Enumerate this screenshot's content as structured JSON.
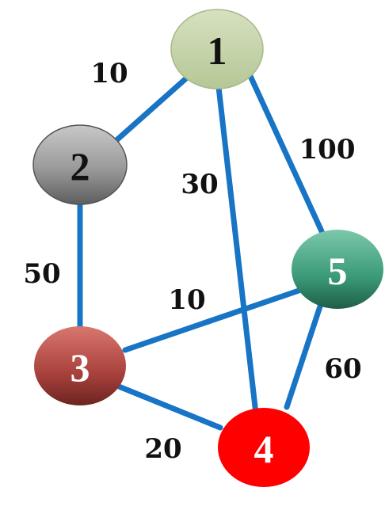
{
  "nodes": [
    {
      "id": "1",
      "label": "1",
      "label_color": "#111111"
    },
    {
      "id": "2",
      "label": "2",
      "label_color": "#111111"
    },
    {
      "id": "3",
      "label": "3",
      "label_color": "#ffffff"
    },
    {
      "id": "4",
      "label": "4",
      "label_color": "#ffffff"
    },
    {
      "id": "5",
      "label": "5",
      "label_color": "#ffffff"
    }
  ],
  "edges": [
    {
      "from": "1",
      "to": "2",
      "weight": "10"
    },
    {
      "from": "1",
      "to": "4",
      "weight": "30"
    },
    {
      "from": "1",
      "to": "5",
      "weight": "100"
    },
    {
      "from": "2",
      "to": "3",
      "weight": "50"
    },
    {
      "from": "3",
      "to": "5",
      "weight": "10"
    },
    {
      "from": "3",
      "to": "4",
      "weight": "20"
    },
    {
      "from": "5",
      "to": "4",
      "weight": "60"
    }
  ],
  "colors": {
    "edge": "#1874c4",
    "node_1": "#c9d6ae",
    "node_2": "#9a9a9a",
    "node_3": "#a8413b",
    "node_4": "#ff0000",
    "node_5": "#3a9a78"
  }
}
